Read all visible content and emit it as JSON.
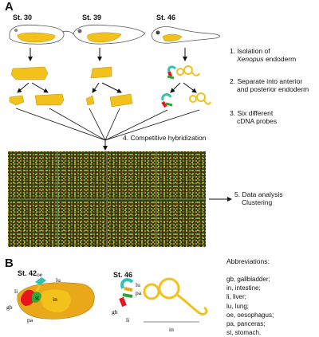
{
  "panel_a": {
    "label": "A",
    "stages": [
      "St. 30",
      "St. 39",
      "St. 46"
    ],
    "steps": {
      "s1_num": "1. Isolation of",
      "s1_italic": "Xenopus",
      "s1_rest": "endoderm",
      "s2_line1": "2. Separate into anterior",
      "s2_line2": "and posterior endoderm",
      "s3_line1": "3. Six different",
      "s3_line2": "cDNA probes",
      "s4": "4. Competitive hybridization",
      "s5_line1": "5. Data analysis",
      "s5_line2": "Clustering"
    }
  },
  "panel_b": {
    "label": "B",
    "stages": [
      "St. 42",
      "St. 46"
    ],
    "organ_labels_42": [
      "oe",
      "lu",
      "li",
      "st",
      "in",
      "gb",
      "pa"
    ],
    "organ_labels_46": [
      "lu",
      "pa",
      "gb",
      "li",
      "in"
    ],
    "abbreviations_title": "Abbreviations:",
    "abbreviations": [
      "gb, gallbladder;",
      "in, intestine;",
      "li, liver;",
      "lu, lung;",
      "oe, oesophagus;",
      "pa, panceras;",
      "st, stomach."
    ]
  },
  "colors": {
    "endoderm": "#f2c11c",
    "microarray_bg": "#2b3a1a",
    "liver": "#e8141e",
    "lung": "#2ec3b0",
    "pancreas": "#2fa838"
  }
}
